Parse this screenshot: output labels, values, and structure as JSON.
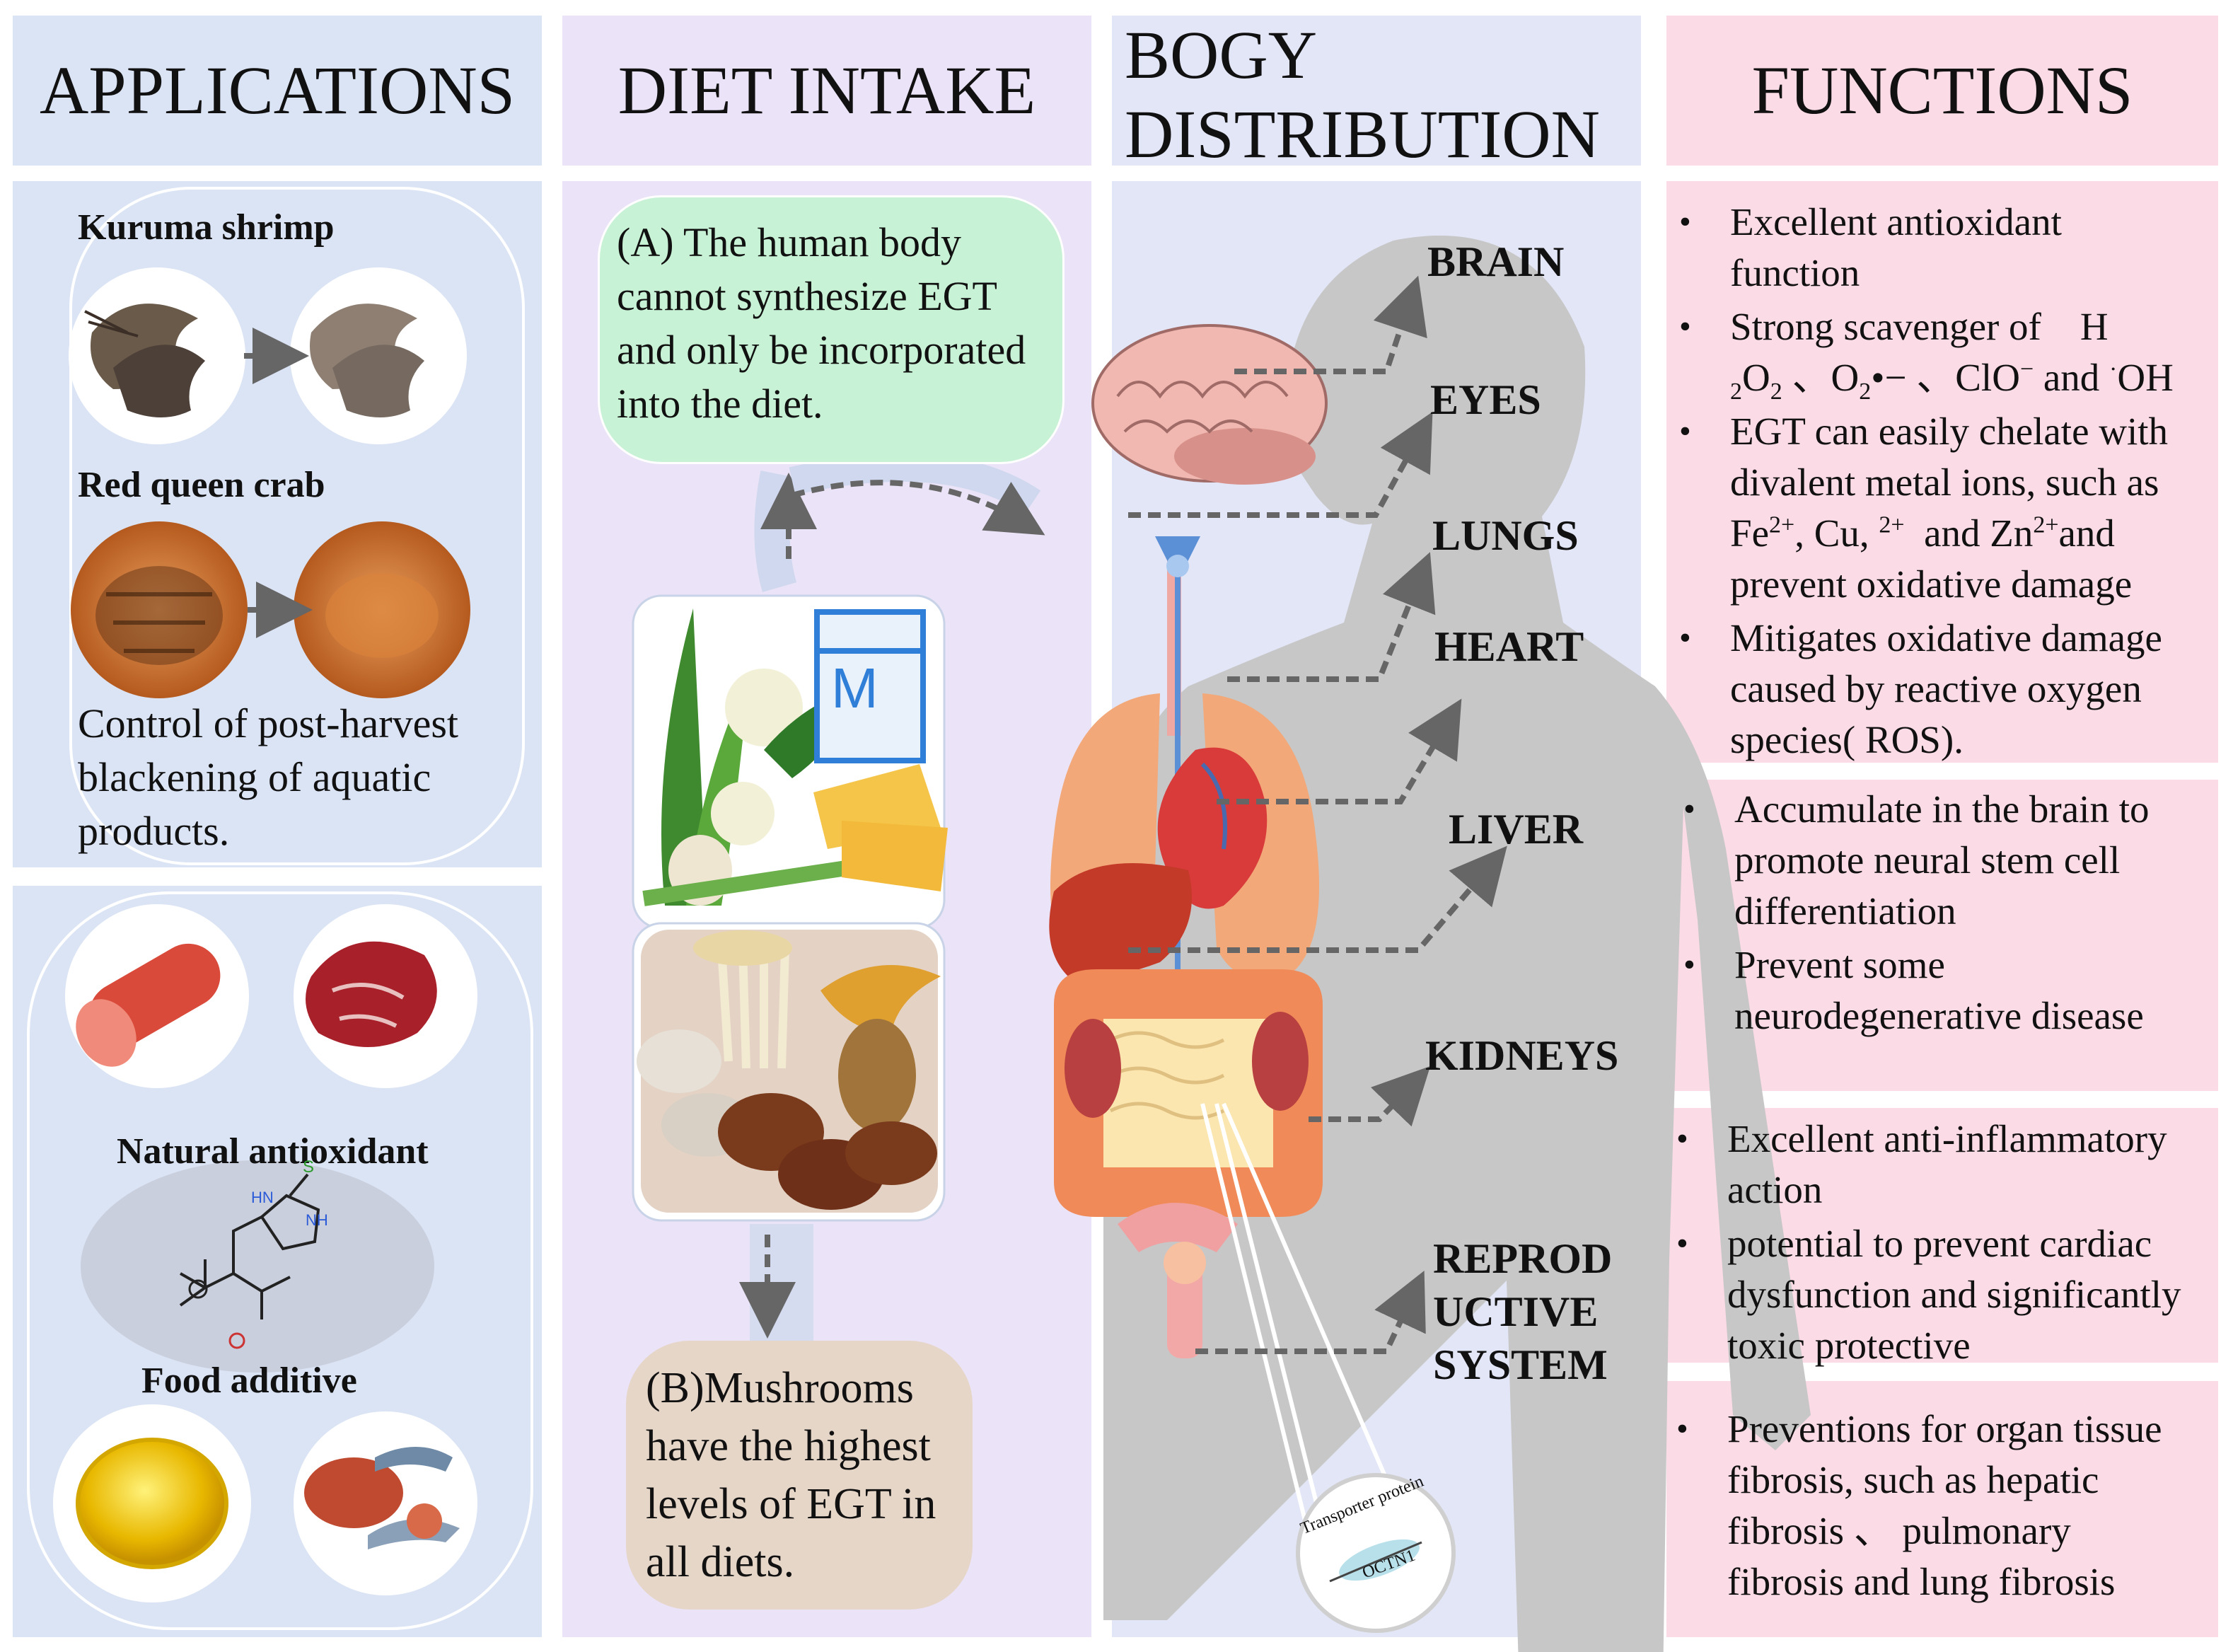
{
  "headers": {
    "applications": "APPLICATIONS",
    "diet_intake": "DIET INTAKE",
    "body_distribution_1": "BOGY",
    "body_distribution_2": "DISTRIBUTION",
    "functions": "FUNCTIONS"
  },
  "applications": {
    "kuruma_shrimp": "Kuruma shrimp",
    "red_queen_crab": "Red queen crab",
    "control_text_1": "Control of post-harvest",
    "control_text_2": "blackening of aquatic",
    "control_text_3": "products.",
    "natural_antioxidant": "Natural antioxidant",
    "food_additive": "Food additive",
    "molecule_hn": "HN",
    "molecule_nh": "NH",
    "molecule_s": "S"
  },
  "diet": {
    "note_a_1": "(A) The human body",
    "note_a_2": "cannot synthesize EGT",
    "note_a_3": "and only be incorporated",
    "note_a_4": "into the diet.",
    "note_b_1": "(B)Mushrooms",
    "note_b_2": "have the highest",
    "note_b_3": "levels of EGT in",
    "note_b_4": "all diets.",
    "milk_letter": "M"
  },
  "organs": [
    "BRAIN",
    "EYES",
    "LUNGS",
    "HEART",
    "LIVER",
    "KIDNEYS",
    "REPROD",
    "UCTIVE",
    "SYSTEM"
  ],
  "transporter": {
    "label": "Transporter protein",
    "name": "OCTN1"
  },
  "functions": {
    "box1": {
      "b1_l1": "Excellent antioxidant",
      "b1_l2": "function",
      "b2_l1": "Strong scavenger of",
      "b2_h": "H",
      "b2_sub2": "2",
      "b2_o2": "O",
      "b2_sub2b": "2",
      "b2_sep1": "、O",
      "b2_sub2c": "2",
      "b2_rad": "•−",
      "b2_sep2": "、ClO",
      "b2_minus": "−",
      "b2_and": "and",
      "b2_dot": "·",
      "b2_oh": "OH",
      "b3_l1": "EGT can easily chelate with",
      "b3_l2": "divalent metal ions, such as",
      "b3_fe": "Fe",
      "b3_fe_sup": "2+",
      "b3_cu": ", Cu,",
      "b3_cu_sup": "2+",
      "b3_and": "and Zn",
      "b3_zn_sup": "2+",
      "b3_and2": "and",
      "b3_l4": "prevent oxidative damage",
      "b4_l1": "Mitigates oxidative damage",
      "b4_l2": "caused by reactive oxygen",
      "b4_l3": "species( ROS)."
    },
    "box2": [
      "Accumulate in the brain to",
      "promote neural stem cell",
      "differentiation",
      "Prevent some",
      "neurodegenerative disease"
    ],
    "box3": [
      "Excellent anti-inflammatory",
      "action",
      "potential to prevent cardiac",
      "dysfunction and significantly",
      "toxic protective"
    ],
    "box4": [
      "Preventions for organ tissue",
      "fibrosis, such as hepatic",
      "fibrosis 、 pulmonary",
      "fibrosis and lung fibrosis"
    ]
  },
  "colors": {
    "applications_bg": "#dbe4f5",
    "diet_bg": "#ebe3f7",
    "body_bg": "#e3e6f7",
    "functions_bg": "#fbdbe5",
    "note_a_bg": "#c8f2d6",
    "note_b_bg": "#e6d6c8",
    "arrow": "#666666"
  }
}
